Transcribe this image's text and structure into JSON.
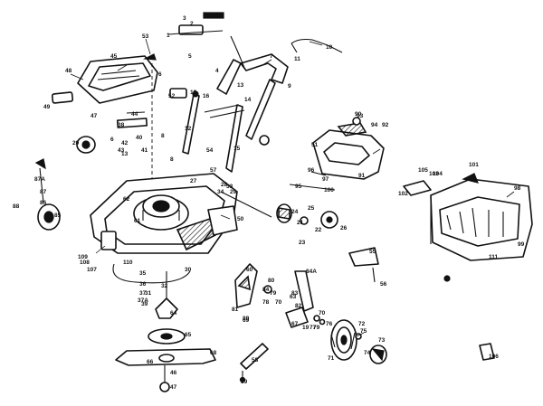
{
  "callouts": [
    {
      "id": "c1",
      "label": "1"
    },
    {
      "id": "c2",
      "label": "2"
    },
    {
      "id": "c3",
      "label": "3"
    },
    {
      "id": "c4",
      "label": "4"
    },
    {
      "id": "c5",
      "label": "5"
    },
    {
      "id": "c6",
      "label": "6"
    },
    {
      "id": "c7",
      "label": "7"
    },
    {
      "id": "c8",
      "label": "8"
    },
    {
      "id": "c9",
      "label": "9"
    },
    {
      "id": "c10",
      "label": "10"
    },
    {
      "id": "c11",
      "label": "11"
    },
    {
      "id": "c12",
      "label": "12"
    },
    {
      "id": "c13",
      "label": "13"
    },
    {
      "id": "c14",
      "label": "14"
    },
    {
      "id": "c15",
      "label": "15"
    },
    {
      "id": "c16",
      "label": "16"
    },
    {
      "id": "c19",
      "label": "19"
    },
    {
      "id": "c20",
      "label": "20"
    },
    {
      "id": "c21",
      "label": "21"
    },
    {
      "id": "c22",
      "label": "22"
    },
    {
      "id": "c23",
      "label": "23"
    },
    {
      "id": "c24",
      "label": "24"
    },
    {
      "id": "c25",
      "label": "25"
    },
    {
      "id": "c26",
      "label": "26"
    },
    {
      "id": "c27",
      "label": "27"
    },
    {
      "id": "c28",
      "label": "28"
    },
    {
      "id": "c29",
      "label": "29"
    },
    {
      "id": "c30",
      "label": "30"
    },
    {
      "id": "c31",
      "label": "31"
    },
    {
      "id": "c32",
      "label": "32"
    },
    {
      "id": "c33",
      "label": "33"
    },
    {
      "id": "c34",
      "label": "34"
    },
    {
      "id": "c35",
      "label": "35"
    },
    {
      "id": "c36",
      "label": "36"
    },
    {
      "id": "c37",
      "label": "37"
    },
    {
      "id": "c38",
      "label": "38"
    },
    {
      "id": "c39",
      "label": "39"
    },
    {
      "id": "c40",
      "label": "40"
    },
    {
      "id": "c41",
      "label": "41"
    },
    {
      "id": "c42",
      "label": "42"
    },
    {
      "id": "c43",
      "label": "43"
    },
    {
      "id": "c44",
      "label": "44"
    },
    {
      "id": "c45",
      "label": "45"
    },
    {
      "id": "c46",
      "label": "46"
    },
    {
      "id": "c47",
      "label": "47"
    },
    {
      "id": "c48",
      "label": "48"
    },
    {
      "id": "c49",
      "label": "49"
    },
    {
      "id": "c50",
      "label": "50"
    },
    {
      "id": "c51",
      "label": "51"
    },
    {
      "id": "c52",
      "label": "52"
    },
    {
      "id": "c53",
      "label": "53"
    },
    {
      "id": "c54",
      "label": "54"
    },
    {
      "id": "c55",
      "label": "55"
    },
    {
      "id": "c56",
      "label": "56"
    },
    {
      "id": "c57",
      "label": "57"
    },
    {
      "id": "c58",
      "label": "58"
    },
    {
      "id": "c59",
      "label": "59"
    },
    {
      "id": "c60",
      "label": "60"
    },
    {
      "id": "c61",
      "label": "61"
    },
    {
      "id": "c62",
      "label": "62"
    },
    {
      "id": "c63",
      "label": "63"
    },
    {
      "id": "c64",
      "label": "64"
    },
    {
      "id": "c65",
      "label": "65"
    },
    {
      "id": "c66",
      "label": "66"
    },
    {
      "id": "c67",
      "label": "67"
    },
    {
      "id": "c68",
      "label": "68"
    },
    {
      "id": "c69",
      "label": "69"
    },
    {
      "id": "c70",
      "label": "70"
    },
    {
      "id": "c71",
      "label": "71"
    },
    {
      "id": "c72",
      "label": "72"
    },
    {
      "id": "c73",
      "label": "73"
    },
    {
      "id": "c74",
      "label": "74"
    },
    {
      "id": "c75",
      "label": "75"
    },
    {
      "id": "c76",
      "label": "76"
    },
    {
      "id": "c77",
      "label": "77"
    },
    {
      "id": "c78",
      "label": "78"
    },
    {
      "id": "c79",
      "label": "79"
    },
    {
      "id": "c80",
      "label": "80"
    },
    {
      "id": "c81",
      "label": "81"
    },
    {
      "id": "c82",
      "label": "82"
    },
    {
      "id": "c83",
      "label": "83"
    },
    {
      "id": "c84",
      "label": "84"
    },
    {
      "id": "c85",
      "label": "85"
    },
    {
      "id": "c86",
      "label": "86"
    },
    {
      "id": "c87",
      "label": "87"
    },
    {
      "id": "c88",
      "label": "88"
    },
    {
      "id": "c89",
      "label": "89"
    },
    {
      "id": "c90",
      "label": "90"
    },
    {
      "id": "c91",
      "label": "91"
    },
    {
      "id": "c92",
      "label": "92"
    },
    {
      "id": "c93",
      "label": "93"
    },
    {
      "id": "c94",
      "label": "94"
    },
    {
      "id": "c95",
      "label": "95"
    },
    {
      "id": "c96",
      "label": "96"
    },
    {
      "id": "c97",
      "label": "97"
    },
    {
      "id": "c98",
      "label": "98"
    },
    {
      "id": "c99",
      "label": "99"
    },
    {
      "id": "c100",
      "label": "100"
    },
    {
      "id": "c101",
      "label": "101"
    },
    {
      "id": "c102",
      "label": "102"
    },
    {
      "id": "c103",
      "label": "103"
    },
    {
      "id": "c104",
      "label": "104"
    },
    {
      "id": "c105",
      "label": "105"
    },
    {
      "id": "c106",
      "label": "106"
    },
    {
      "id": "c107",
      "label": "107"
    },
    {
      "id": "c108",
      "label": "108"
    },
    {
      "id": "c109",
      "label": "109"
    },
    {
      "id": "c110",
      "label": "110"
    },
    {
      "id": "c111",
      "label": "111"
    },
    {
      "id": "c87A",
      "label": "87A"
    },
    {
      "id": "c84A",
      "label": "84A"
    },
    {
      "id": "c37A",
      "label": "37A"
    },
    {
      "id": "c47b",
      "label": "47"
    },
    {
      "id": "c70b",
      "label": "70"
    },
    {
      "id": "c6b",
      "label": "6"
    },
    {
      "id": "c8b",
      "label": "8"
    },
    {
      "id": "c13b",
      "label": "13"
    },
    {
      "id": "c79b",
      "label": "79"
    },
    {
      "id": "c19b",
      "label": "19"
    }
  ]
}
